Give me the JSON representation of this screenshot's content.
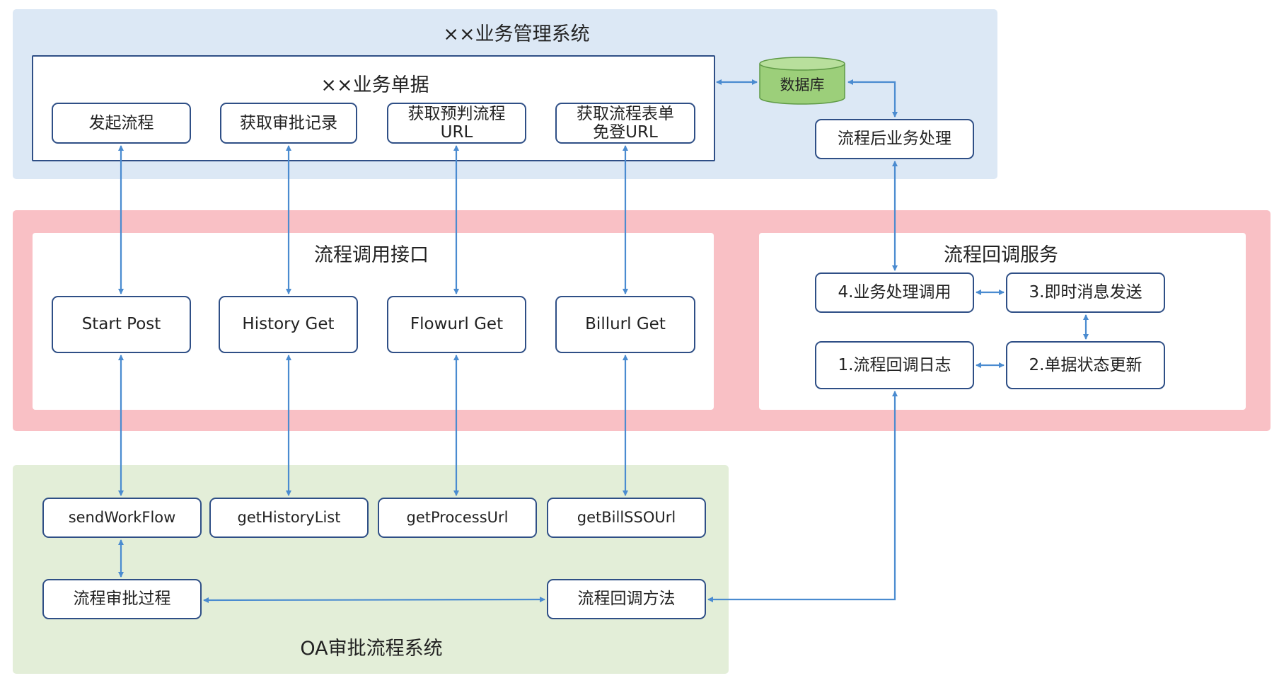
{
  "regions": {
    "biz_system": {
      "title": "××业务管理系统",
      "color": "#dce8f5"
    },
    "middle_band": {
      "color": "#f9c0c5"
    },
    "oa_system": {
      "title": "OA审批流程系统",
      "color": "#e3eed8"
    }
  },
  "biz_document": {
    "title": "××业务单据",
    "buttons": {
      "start": "发起流程",
      "history": "获取审批记录",
      "predict_1": "获取预判流程",
      "predict_2": "URL",
      "form_1": "获取流程表单",
      "form_2": "免登URL"
    }
  },
  "database": {
    "label": "数据库",
    "color": "#9ccf7a"
  },
  "post_process": {
    "label": "流程后业务处理"
  },
  "interface": {
    "title": "流程调用接口",
    "items": {
      "start": "Start Post",
      "history": "History Get",
      "flowurl": "Flowurl Get",
      "billurl": "Billurl Get"
    }
  },
  "callback_service": {
    "title": "流程回调服务",
    "items": {
      "step4": "4.业务处理调用",
      "step3": "3.即时消息发送",
      "step1": "1.流程回调日志",
      "step2": "2.单据状态更新"
    }
  },
  "oa": {
    "methods": {
      "send": "sendWorkFlow",
      "history": "getHistoryList",
      "process": "getProcessUrl",
      "bill": "getBillSSOUrl"
    },
    "approval": "流程审批过程",
    "callback": "流程回调方法"
  },
  "colors": {
    "border": "#2f4f86",
    "arrow": "#4a8bd0"
  }
}
